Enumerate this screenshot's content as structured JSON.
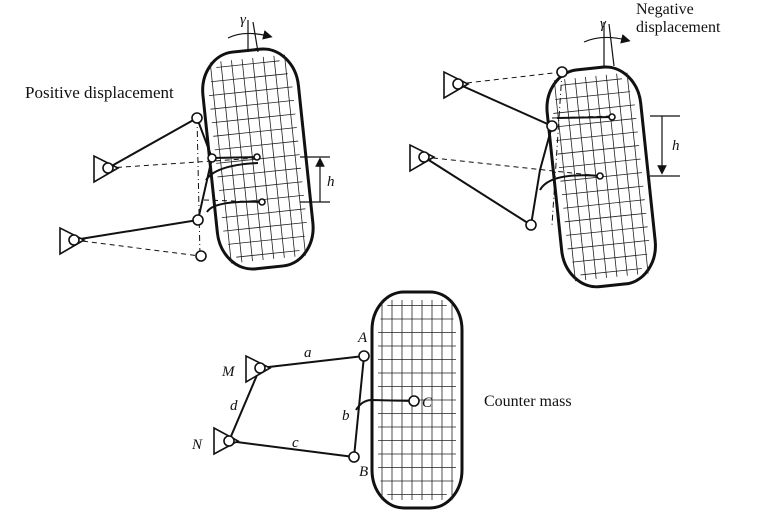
{
  "labels": {
    "positive": "Positive displacement",
    "negative_line1": "Negative",
    "negative_line2": "displacement",
    "gamma": "γ",
    "h": "h",
    "counter_mass": "Counter mass",
    "point_A": "A",
    "point_B": "B",
    "point_C": "C",
    "point_M": "M",
    "point_N": "N",
    "link_a": "a",
    "link_b": "b",
    "link_c": "c",
    "link_d": "d"
  }
}
